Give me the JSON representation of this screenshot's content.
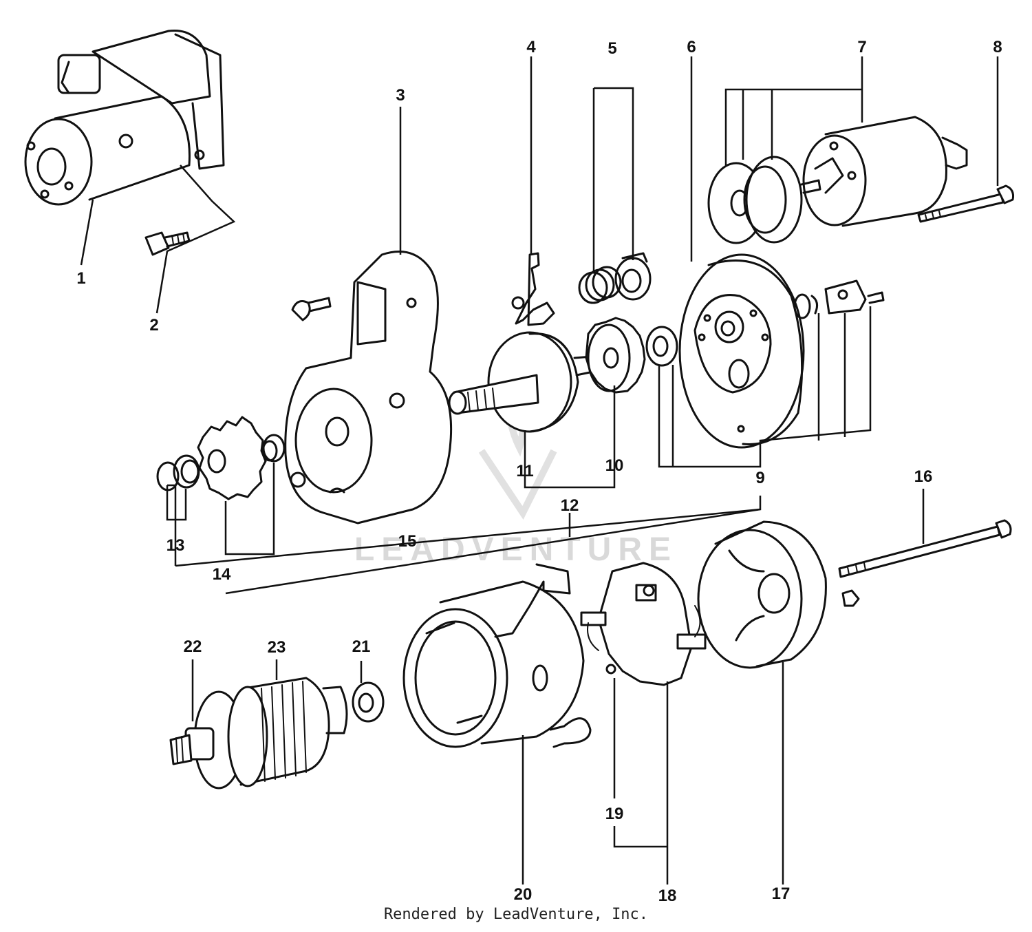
{
  "callouts": [
    {
      "id": "1",
      "label": "1"
    },
    {
      "id": "2",
      "label": "2"
    },
    {
      "id": "3",
      "label": "3"
    },
    {
      "id": "4",
      "label": "4"
    },
    {
      "id": "5",
      "label": "5"
    },
    {
      "id": "6",
      "label": "6"
    },
    {
      "id": "7",
      "label": "7"
    },
    {
      "id": "8",
      "label": "8"
    },
    {
      "id": "9",
      "label": "9"
    },
    {
      "id": "10",
      "label": "10"
    },
    {
      "id": "11",
      "label": "11"
    },
    {
      "id": "12",
      "label": "12"
    },
    {
      "id": "13",
      "label": "13"
    },
    {
      "id": "14",
      "label": "14"
    },
    {
      "id": "15",
      "label": "15"
    },
    {
      "id": "16",
      "label": "16"
    },
    {
      "id": "17",
      "label": "17"
    },
    {
      "id": "18",
      "label": "18"
    },
    {
      "id": "19",
      "label": "19"
    },
    {
      "id": "20",
      "label": "20"
    },
    {
      "id": "21",
      "label": "21"
    },
    {
      "id": "22",
      "label": "22"
    },
    {
      "id": "23",
      "label": "23"
    }
  ],
  "watermark": {
    "text": "LEADVENTURE"
  },
  "footer": {
    "text": "Rendered by LeadVenture, Inc."
  },
  "colors": {
    "line": "#111111",
    "watermark": "#d9d9d9",
    "background": "#ffffff"
  }
}
